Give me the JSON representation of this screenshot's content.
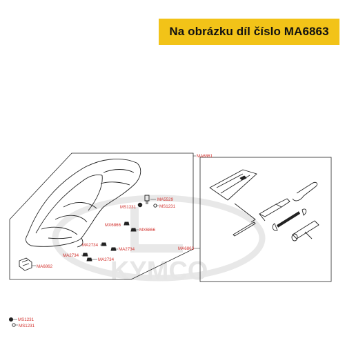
{
  "banner": {
    "text": "Na obrázku díl číslo MA6863",
    "background": "#f2c318"
  },
  "watermark": {
    "text": "KYMCO"
  },
  "colors": {
    "label": "#d2302c",
    "line": "#222222",
    "watermark": "#e4e4e4"
  },
  "parts": {
    "ma6861": "MA6861",
    "ma5529": "MA5529",
    "ms1231_a": "MS1231",
    "ms1231_b": "MS1231",
    "mx6866_a": "MX6866",
    "mx6866_b": "MX6866",
    "ma2734_a": "MA2734",
    "ma2734_b": "MA2734",
    "ma2734_c": "MA2734",
    "ma2734_d": "MA2734",
    "ma6862": "MA6862",
    "ma6863": "MA6863",
    "ms1231_c": "MS1231",
    "ms1231_d": "MS1231"
  }
}
